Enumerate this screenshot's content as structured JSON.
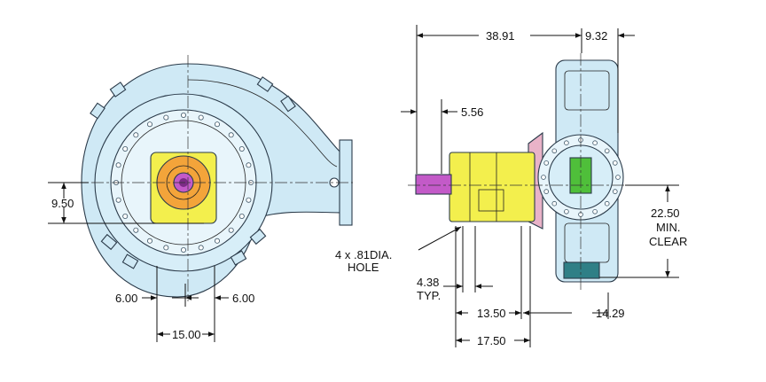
{
  "colors": {
    "casing_blue": "#cfe9f5",
    "casing_stroke": "#3d5566",
    "motor_yellow": "#f3ef4d",
    "impeller_orange": "#f3a43a",
    "shaft_magenta": "#c35ac8",
    "impeller_green": "#4fbf3a",
    "foot_teal": "#2f7f86",
    "bracket_pink": "#e9b3c8"
  },
  "front_view": {
    "dim_height": "9.50",
    "dim_left": "6.00",
    "dim_right": "6.00",
    "dim_width": "15.00"
  },
  "side_view": {
    "dim_overall": "38.91",
    "dim_top_right": "9.32",
    "dim_shaft": "5.56",
    "hole_note_line1": "4 x .81DIA.",
    "hole_note_line2": "HOLE",
    "dim_typ_value": "4.38",
    "dim_typ_label": "TYP.",
    "dim_base_a": "13.50",
    "dim_base_b": "17.50",
    "dim_flange": "14.29",
    "clear_value": "22.50",
    "clear_line1": "MIN.",
    "clear_line2": "CLEAR"
  }
}
